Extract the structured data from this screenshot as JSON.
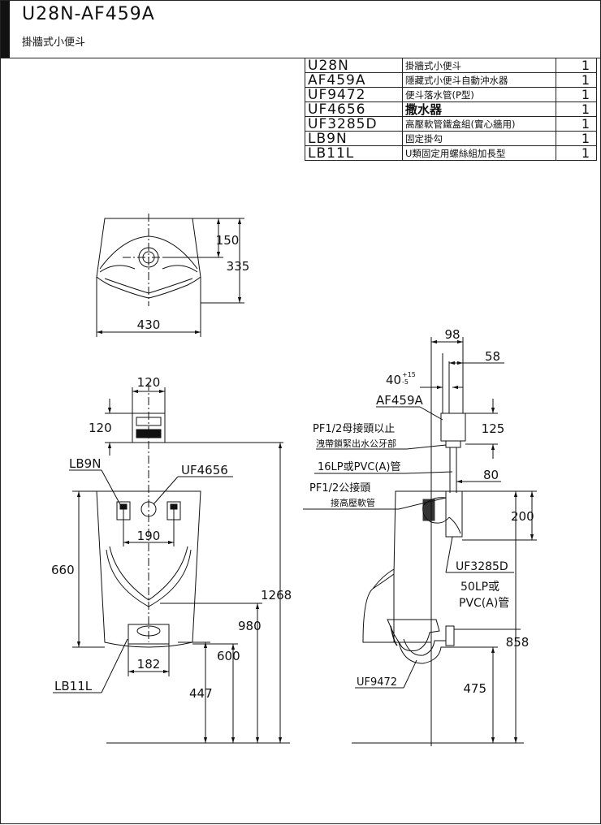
{
  "header": {
    "model": "U28N-AF459A",
    "subtitle": "掛牆式小便斗"
  },
  "parts": [
    {
      "code": "U28N",
      "desc": "掛牆式小便斗",
      "qty": "1"
    },
    {
      "code": "AF459A",
      "desc": "隱藏式小便斗自動沖水器",
      "qty": "1"
    },
    {
      "code": "UF9472",
      "desc": "便斗落水管(P型)",
      "qty": "1"
    },
    {
      "code": "UF4656",
      "desc": "撒水器",
      "qty": "1"
    },
    {
      "code": "UF3285D",
      "desc": "高壓軟管鐵盒組(實心牆用)",
      "qty": "1"
    },
    {
      "code": "LB9N",
      "desc": "固定掛勾",
      "qty": "1"
    },
    {
      "code": "LB11L",
      "desc": "U類固定用螺絲組加長型",
      "qty": "1"
    }
  ],
  "top_view": {
    "dim_150": "150",
    "dim_335": "335",
    "dim_430": "430"
  },
  "front_view": {
    "dim_120_w": "120",
    "dim_120_h": "120",
    "label_lb9n": "LB9N",
    "label_uf4656": "UF4656",
    "dim_190": "190",
    "dim_660": "660",
    "dim_1268": "1268",
    "dim_980": "980",
    "dim_600": "600",
    "dim_447": "447",
    "dim_182": "182",
    "label_lb11l": "LB11L"
  },
  "side_view": {
    "dim_98": "98",
    "dim_58": "58",
    "dim_40": "40",
    "dim_40_tol_plus": "+15",
    "dim_40_tol_minus": "-5",
    "label_af459a": "AF459A",
    "note_pf12_female": "PF1/2母接頭以止",
    "note_pf12_female_2": "洩帶鎖緊出水公牙部",
    "dim_125": "125",
    "note_16lp": "16LP或PVC(A)管",
    "dim_80": "80",
    "note_pf12_male": "PF1/2公接頭",
    "note_pf12_male_2": "接高壓軟管",
    "dim_200": "200",
    "label_uf3285d": "UF3285D",
    "note_50lp": "50LP或",
    "note_50lp_2": "PVC(A)管",
    "dim_858": "858",
    "label_uf9472": "UF9472",
    "dim_475": "475"
  }
}
